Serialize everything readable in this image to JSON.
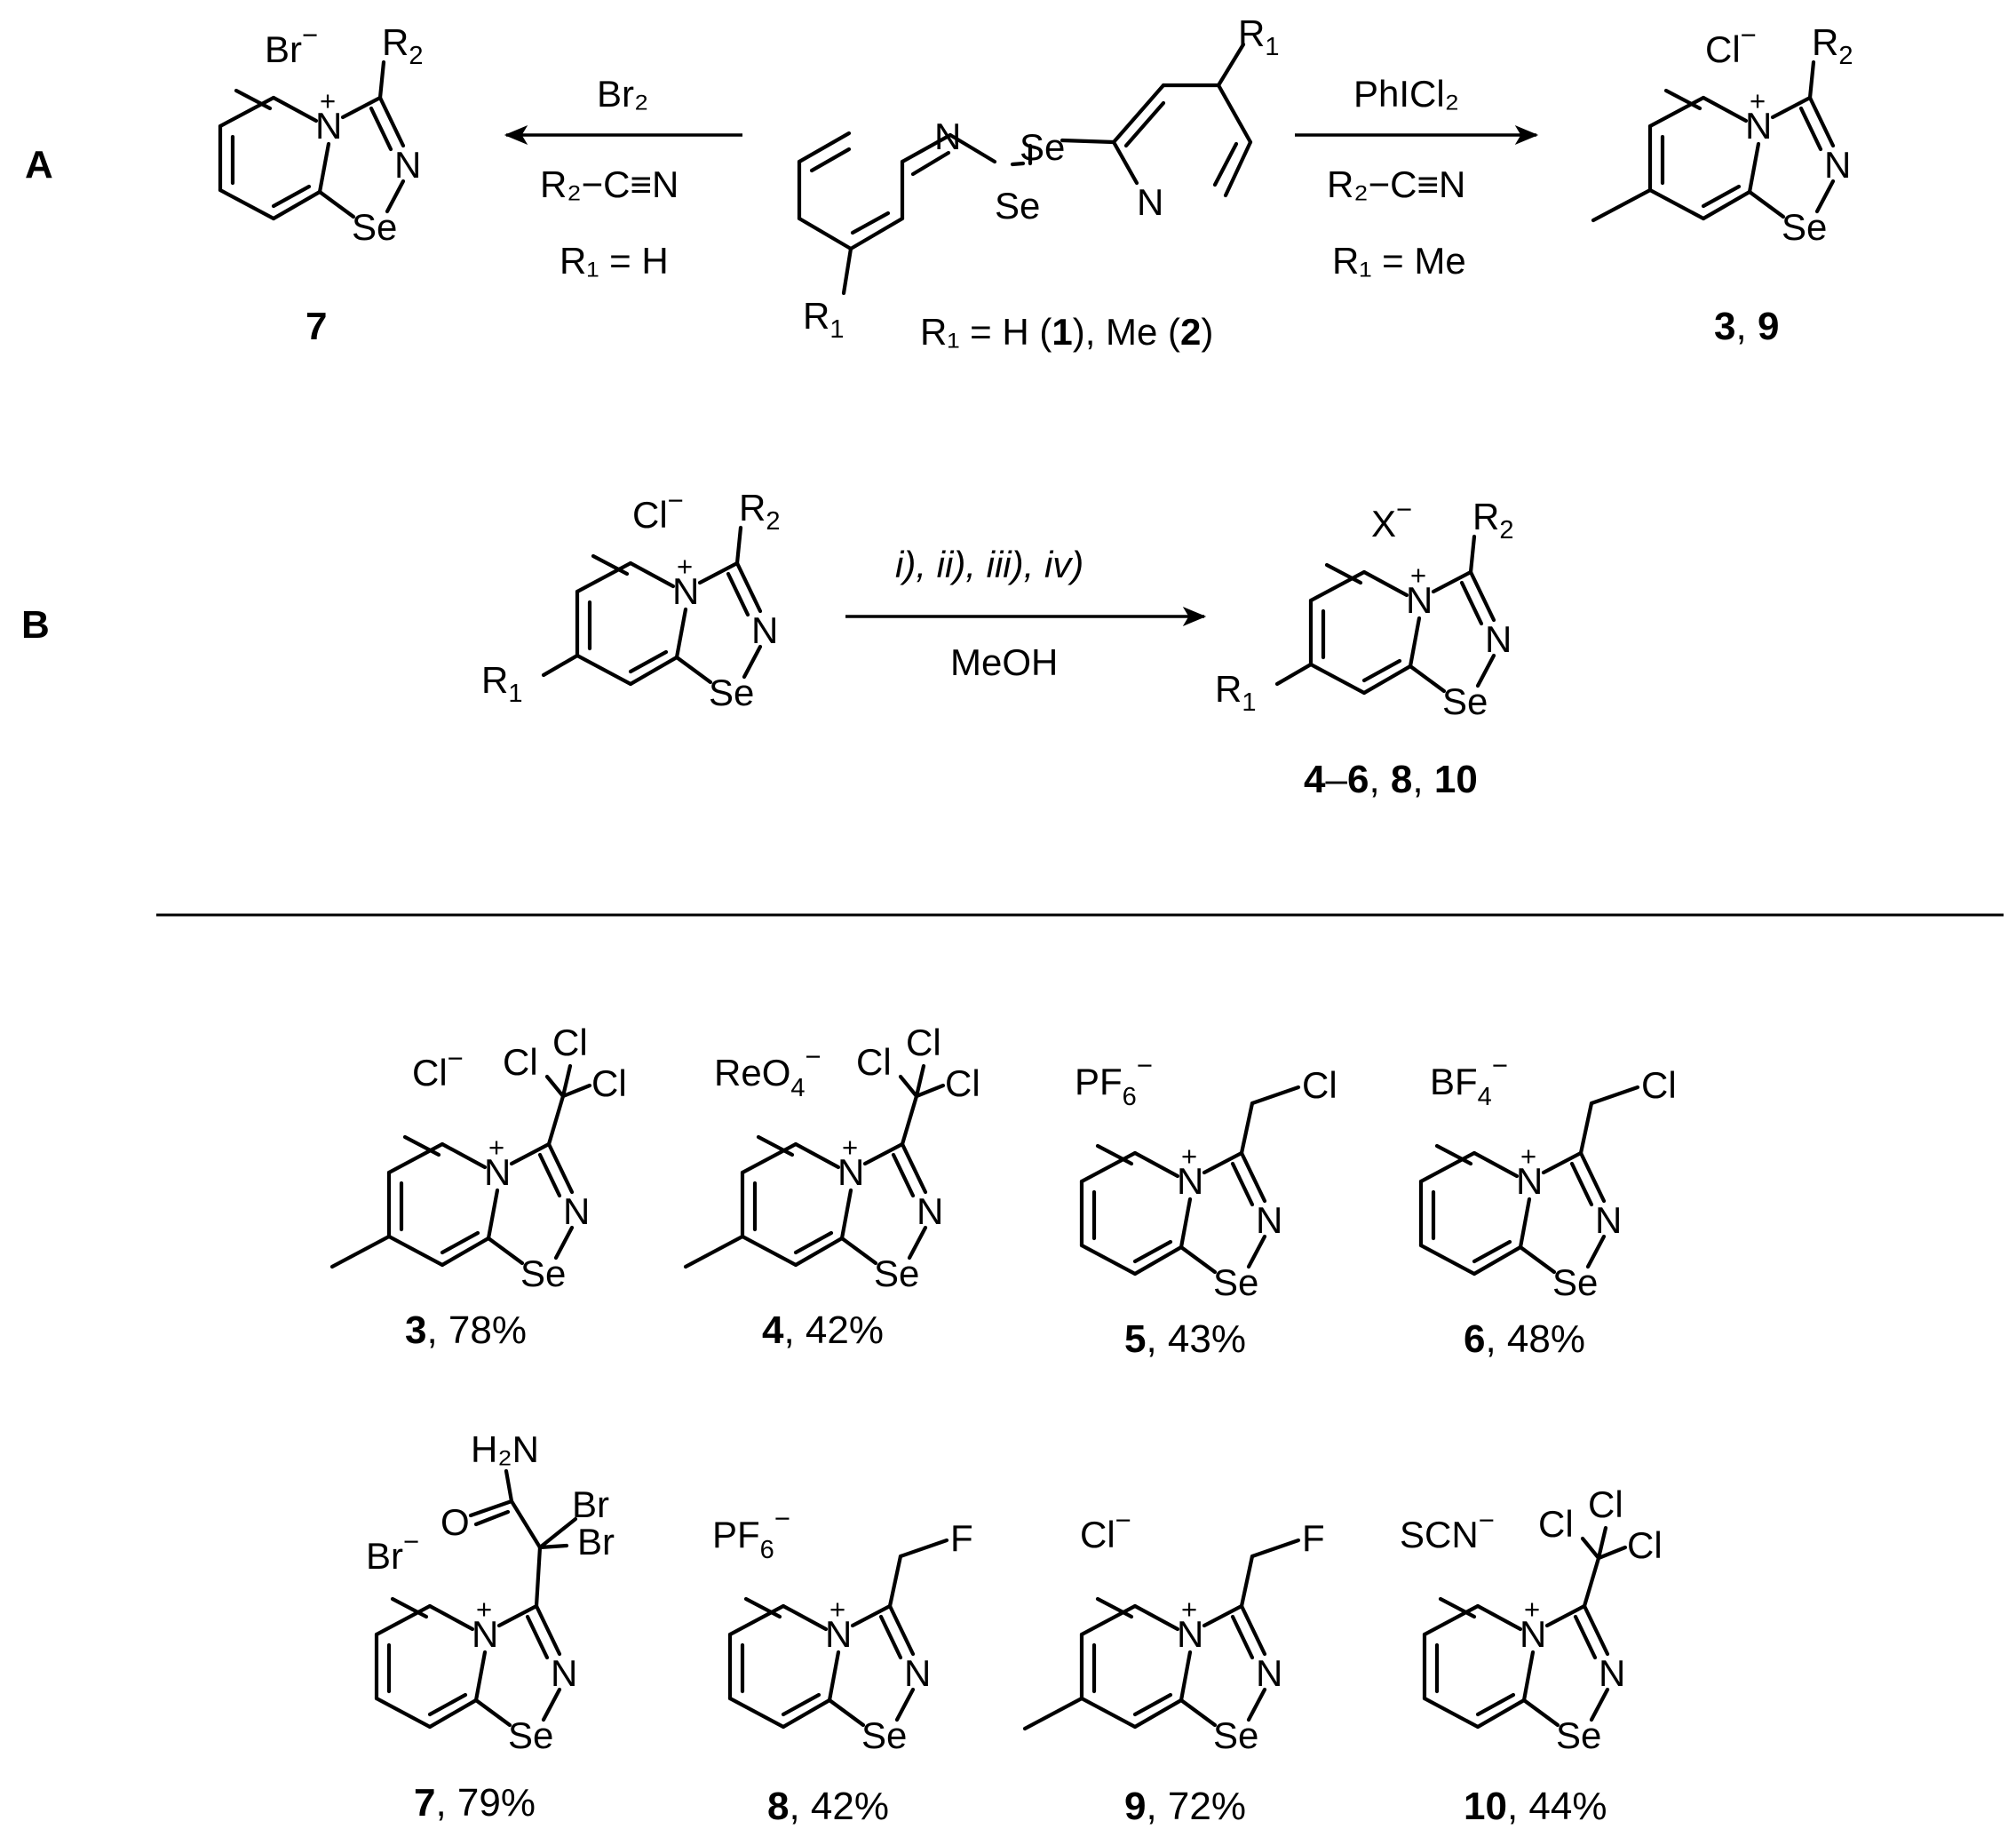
{
  "panels": {
    "a": "A",
    "b": "B"
  },
  "atoms": {
    "n": "N",
    "se": "Se",
    "plus": "+",
    "minus": "−",
    "r": "R",
    "r1_sub": "1",
    "r2_sub": "2",
    "cl": "Cl",
    "br": "Br",
    "f": "F",
    "o": "O",
    "h2n": "H₂N"
  },
  "scheme_a": {
    "left_reagent": "Br₂",
    "left_condition1": "R₂−C≡N",
    "left_condition2": "R₁ = H",
    "right_reagent": "PhICl₂",
    "right_condition1": "R₂−C≡N",
    "right_condition2": "R₁ = Me",
    "left_anion": "Br",
    "right_anion": "Cl",
    "left_label": "7",
    "right_label_a": "3",
    "right_label_b": "9",
    "center_caption": {
      "prefix": "R₁ = H (",
      "num1": "1",
      "mid": "), Me (",
      "num2": "2",
      "suffix": ")"
    }
  },
  "scheme_b": {
    "reagents": "i), ii), iii), iv)",
    "solvent": "MeOH",
    "reactant_anion": "Cl",
    "product_anion": "X",
    "product_label": {
      "a": "4",
      "dash": "–",
      "b": "6",
      "sep1": ", ",
      "c": "8",
      "sep2": ", ",
      "d": "10"
    }
  },
  "compounds": [
    {
      "number": "3",
      "yield": ", 78%",
      "anion": "Cl",
      "anion_sub": "",
      "substituent": "CCl3",
      "methyl": true
    },
    {
      "number": "4",
      "yield": ", 42%",
      "anion": "ReO",
      "anion_sub": "4",
      "substituent": "CCl3",
      "methyl": true
    },
    {
      "number": "5",
      "yield": ", 43%",
      "anion": "PF",
      "anion_sub": "6",
      "substituent": "CH2Cl",
      "methyl": false
    },
    {
      "number": "6",
      "yield": ", 48%",
      "anion": "BF",
      "anion_sub": "4",
      "substituent": "CH2Cl",
      "methyl": false
    },
    {
      "number": "7",
      "yield": ", 79%",
      "anion": "Br",
      "anion_sub": "",
      "substituent": "CBr2CONH2",
      "methyl": false
    },
    {
      "number": "8",
      "yield": ", 42%",
      "anion": "PF",
      "anion_sub": "6",
      "substituent": "CH2F",
      "methyl": false
    },
    {
      "number": "9",
      "yield": ", 72%",
      "anion": "Cl",
      "anion_sub": "",
      "substituent": "CH2F",
      "methyl": true
    },
    {
      "number": "10",
      "yield": ", 44%",
      "anion": "SCN",
      "anion_sub": "",
      "substituent": "CCl3",
      "methyl": false
    }
  ]
}
